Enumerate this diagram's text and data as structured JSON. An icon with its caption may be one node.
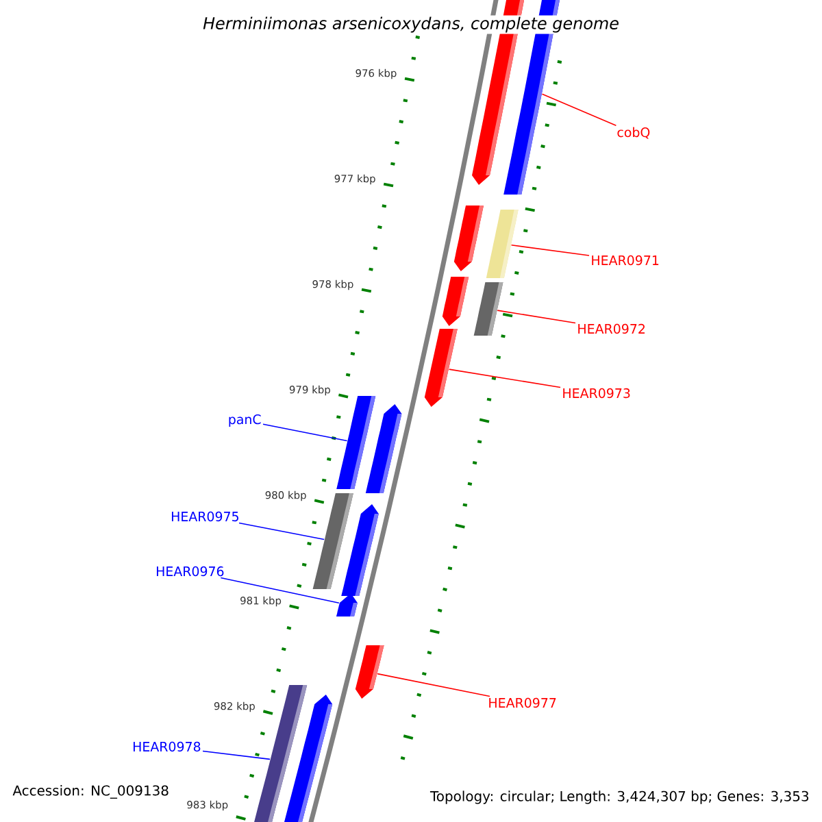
{
  "diagram": {
    "title": "Herminiimonas arsenicoxydans, complete genome",
    "nodes": [
      {
        "text": [
          "cobQ"
        ]
      },
      {
        "text": [
          "HEAR0971"
        ]
      },
      {
        "text": [
          "HEAR0972"
        ]
      },
      {
        "text": [
          "HEAR0973"
        ]
      },
      {
        "text": [
          "panC"
        ]
      },
      {
        "text": [
          "HEAR0975"
        ]
      },
      {
        "text": [
          "HEAR0976"
        ]
      },
      {
        "text": [
          "HEAR0977"
        ]
      },
      {
        "text": [
          "HEAR0978"
        ]
      },
      {
        "text": [],
        "shape": "pentagon"
      },
      {
        "text": [],
        "shape": "bar"
      },
      {
        "text": [],
        "shape": "pentagon"
      },
      {
        "text": [],
        "shape": "bar"
      },
      {
        "text": [],
        "shape": "pentagon"
      },
      {
        "text": [],
        "shape": "bar"
      },
      {
        "text": [],
        "shape": "pentagon"
      },
      {
        "text": [],
        "shape": "bar"
      },
      {
        "text": [],
        "shape": "pentagon"
      },
      {
        "text": [],
        "shape": "bar"
      },
      {
        "text": [],
        "shape": "pentagon"
      },
      {
        "text": [],
        "shape": "pentagon"
      },
      {
        "text": [],
        "shape": "pentagon"
      },
      {
        "text": [],
        "shape": "bar"
      },
      {
        "text": [],
        "shape": "pentagon"
      }
    ],
    "edges": [
      {
        "from": 0,
        "to": 10,
        "arrow": "none"
      },
      {
        "from": 1,
        "to": 12,
        "arrow": "none"
      },
      {
        "from": 2,
        "to": 14,
        "arrow": "none"
      },
      {
        "from": 3,
        "to": 15,
        "arrow": "none"
      },
      {
        "from": 4,
        "to": 16,
        "arrow": "none",
        "color": "#0000ff"
      },
      {
        "from": 5,
        "to": 18,
        "arrow": "none",
        "color": "#0000ff"
      },
      {
        "from": 6,
        "to": 20,
        "arrow": "none",
        "color": "#0000ff"
      },
      {
        "from": 7,
        "to": 21,
        "arrow": "none"
      },
      {
        "from": 8,
        "to": 22,
        "arrow": "none",
        "color": "#0000ff"
      }
    ],
    "labels": [
      "976 kbp",
      "977 kbp",
      "978 kbp",
      "979 kbp",
      "980 kbp",
      "981 kbp",
      "982 kbp",
      "983 kbp",
      "Accession: NC_009138",
      "Topology: circular; Length: 3,424,307 bp; Genes: 3,353"
    ]
  }
}
